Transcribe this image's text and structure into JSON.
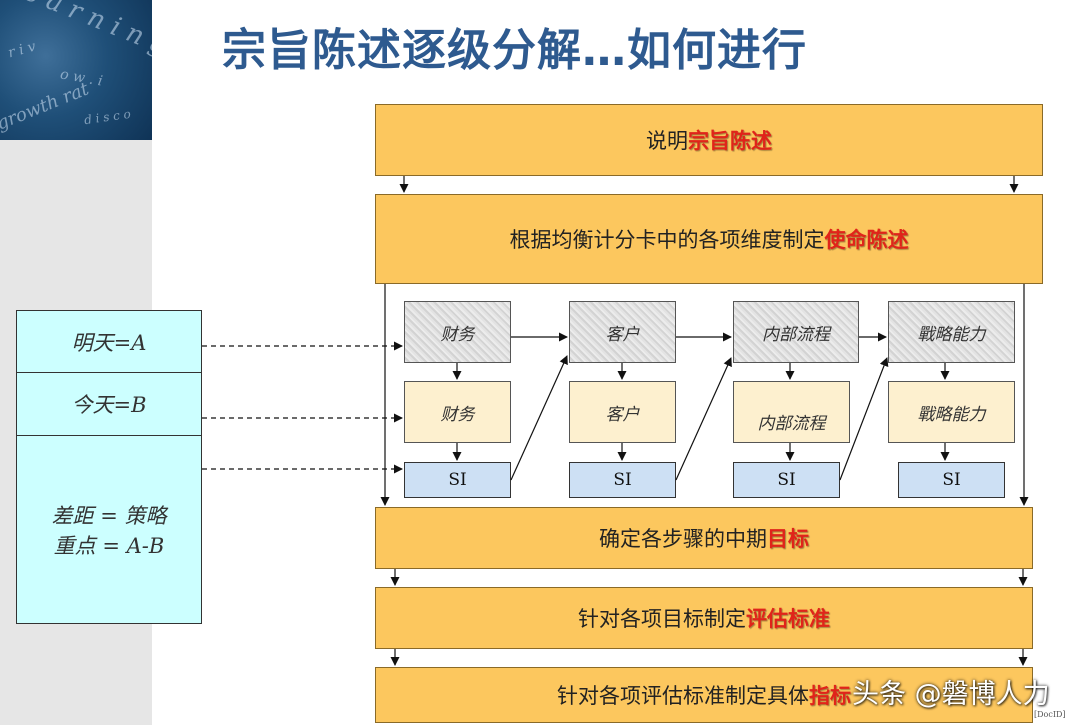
{
  "title": "宗旨陈述逐级分解…如何进行",
  "top_boxes": [
    {
      "prefix": "说明",
      "highlight": "宗旨陈述"
    },
    {
      "prefix": "根据均衡计分卡中的各项维度制定",
      "highlight": "使命陈述"
    }
  ],
  "columns": [
    {
      "top": "财务",
      "mid": "财务",
      "bottom": "SI"
    },
    {
      "top": "客户",
      "mid": "客户",
      "bottom": "SI"
    },
    {
      "top": "内部流程",
      "mid": "内部流程",
      "bottom": "SI"
    },
    {
      "top": "戰略能力",
      "mid": "戰略能力",
      "bottom": "SI"
    }
  ],
  "bottom_boxes": [
    {
      "prefix": "确定各步骤的中期",
      "highlight": "目标"
    },
    {
      "prefix": "针对各项目标制定",
      "highlight": "评估标准"
    },
    {
      "prefix": "针对各项评估标准制定具体",
      "highlight": "指标"
    }
  ],
  "side_panel": {
    "tomorrow": "明天=A",
    "today": "今天=B",
    "gap_line1": "差距 = 策略",
    "gap_line2": "重点 = A-B"
  },
  "doc_id": "[DocID]",
  "watermark": "头条 @磐博人力",
  "corner_text": [
    "e a r n i n g",
    "growth rat",
    "r i  v",
    "o w . i",
    "d i s c o"
  ],
  "colors": {
    "title": "#2e5a8f",
    "box_fill": "#fcc75e",
    "highlight": "#e0241a",
    "side_fill": "#ccffff",
    "si_fill": "#cde0f4",
    "mid_fill": "#fdf0cf"
  }
}
